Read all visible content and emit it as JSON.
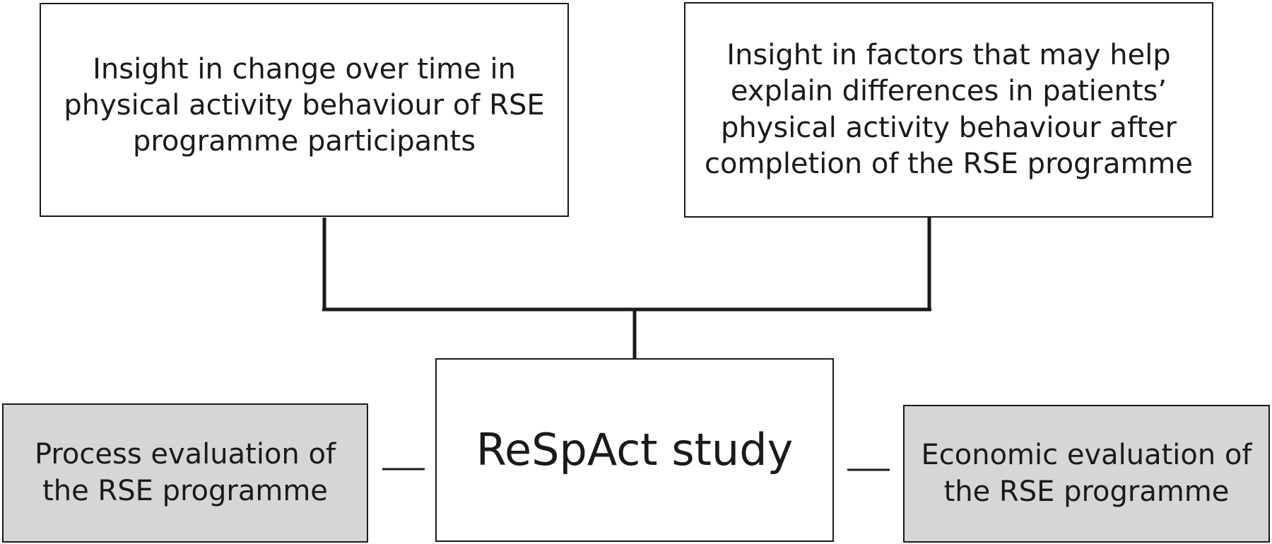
{
  "diagram": {
    "top_left_box": {
      "text": "Insight in change over time in\nphysical activity behaviour of RSE\nprogramme participants"
    },
    "top_right_box": {
      "text": "Insight in factors that may help\nexplain differences in patients’\nphysical activity behaviour after\ncompletion of the RSE programme"
    },
    "center_box": {
      "text": "ReSpAct study"
    },
    "bottom_left_box": {
      "text": "Process evaluation of\nthe RSE programme"
    },
    "bottom_right_box": {
      "text": "Economic evaluation of\nthe RSE programme"
    },
    "colors": {
      "line": "#1a1a1a",
      "side_box_fill": "#d6d6d6",
      "main_box_fill": "#ffffff"
    }
  }
}
